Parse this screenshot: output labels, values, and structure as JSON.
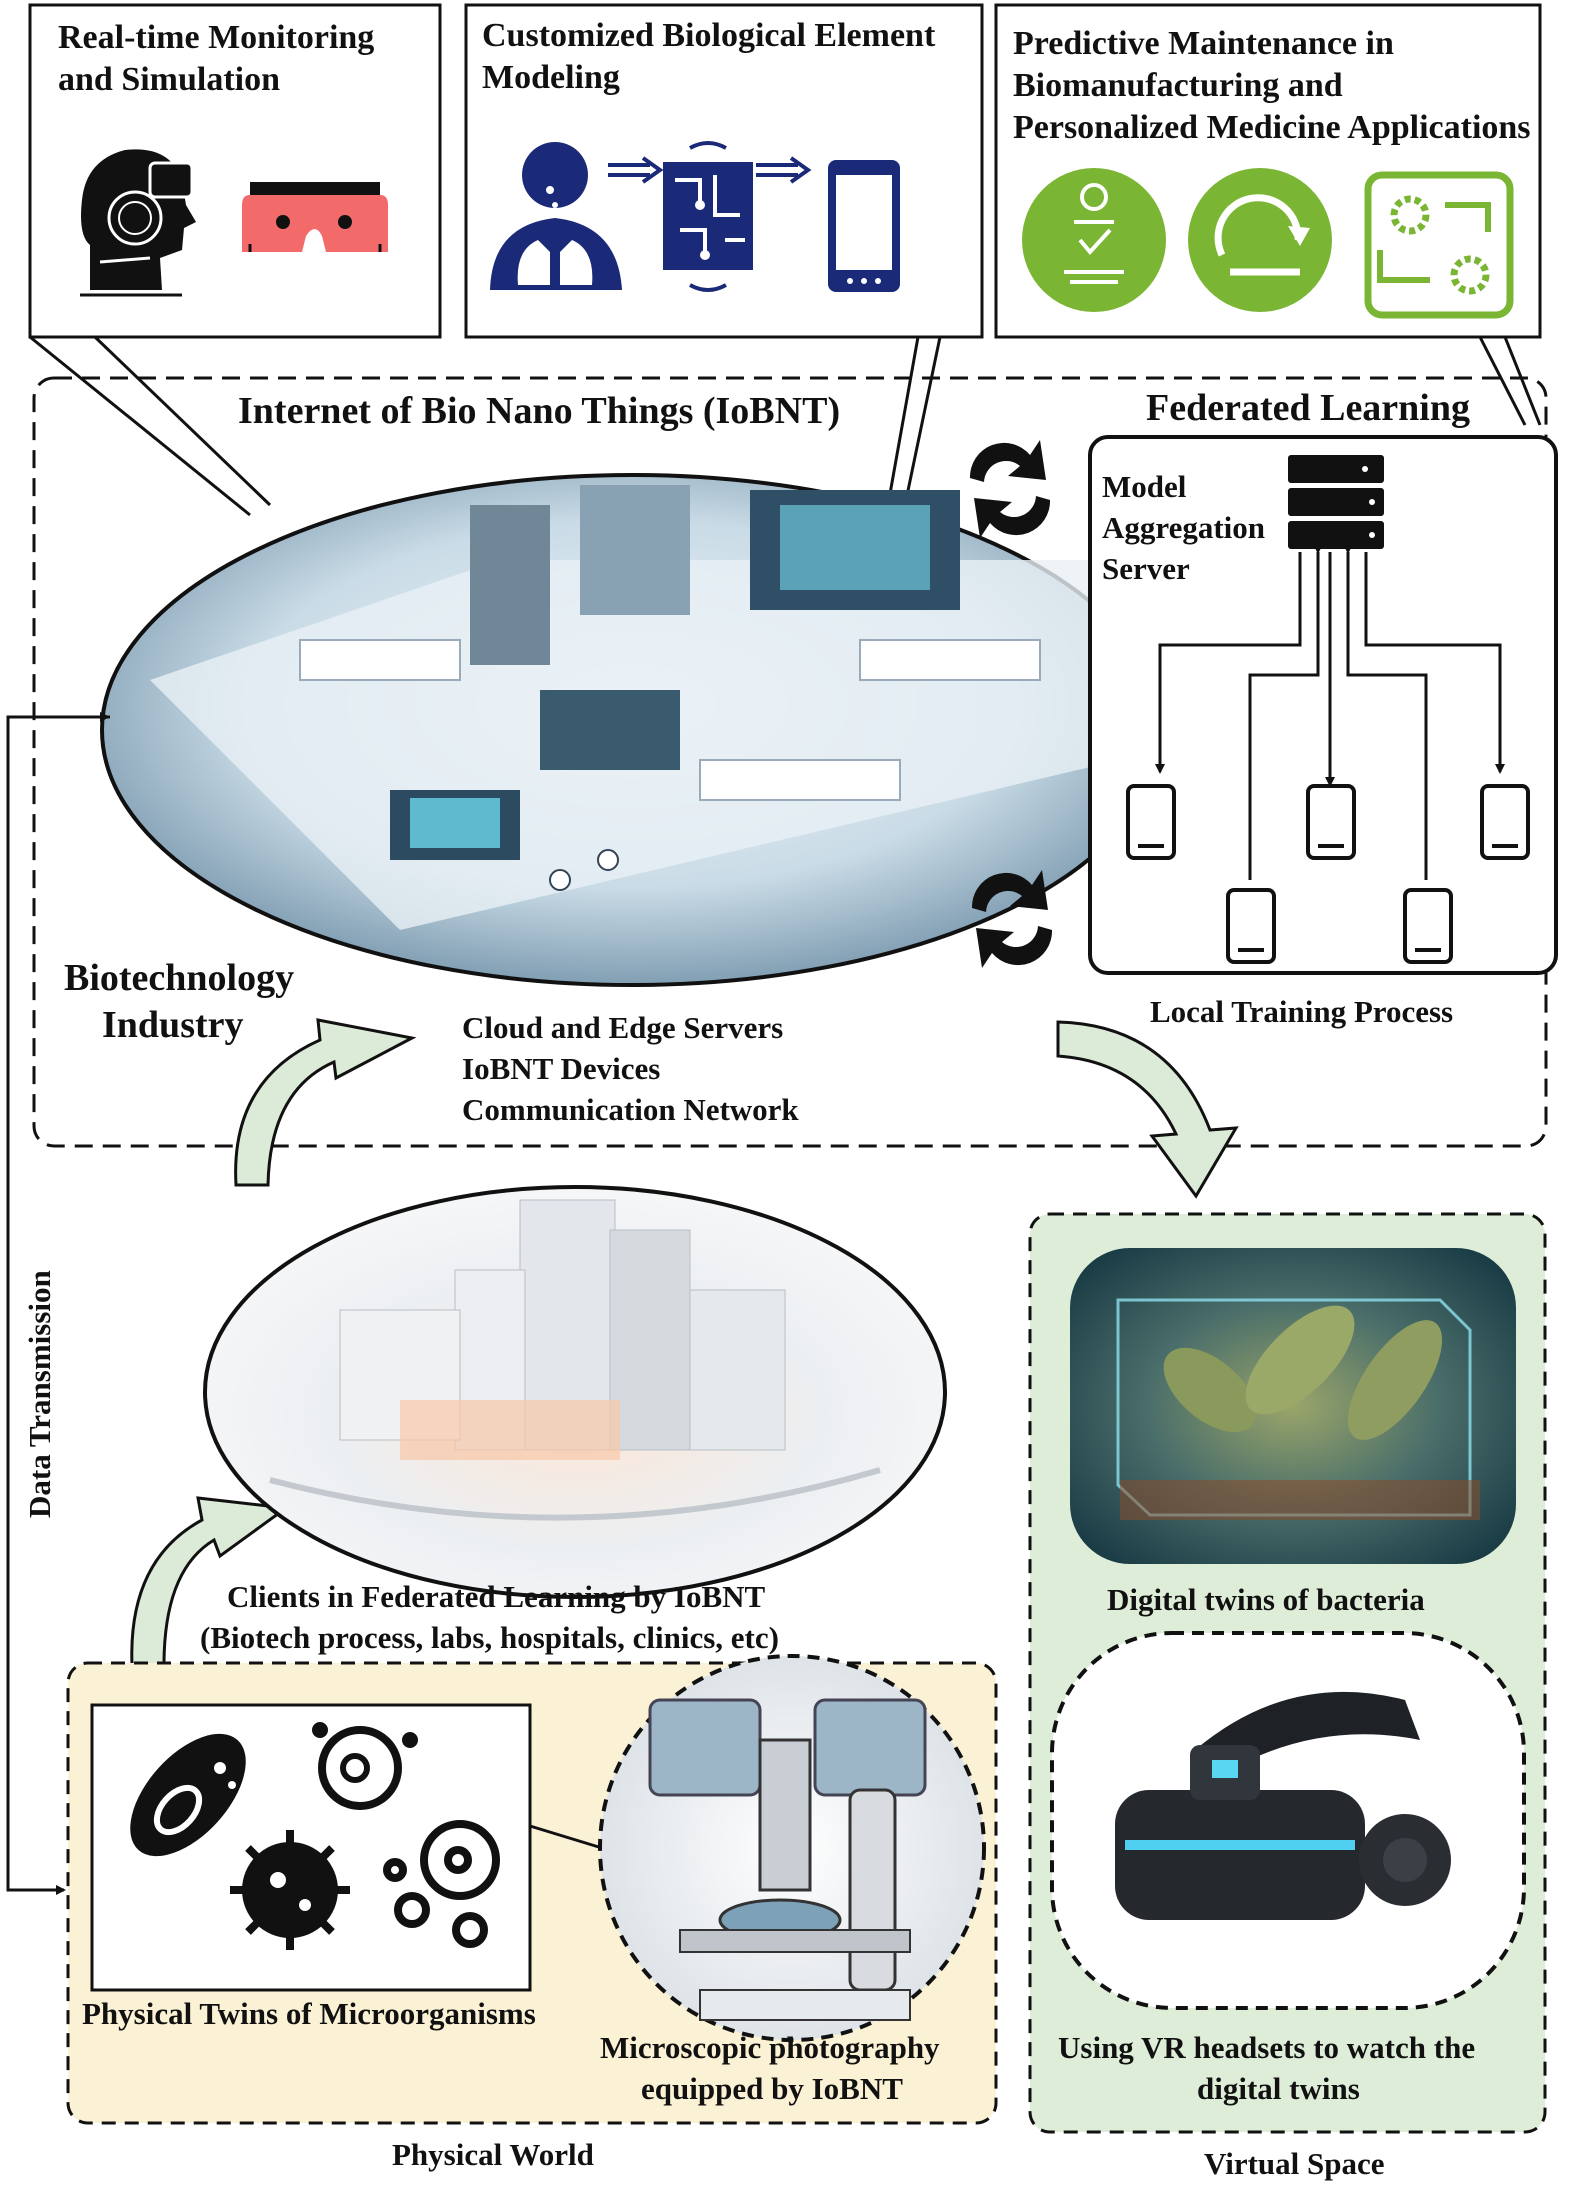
{
  "callouts": {
    "monitoring": [
      "Real-time Monitoring",
      "and Simulation"
    ],
    "modeling": [
      "Customized Biological Element",
      "Modeling"
    ],
    "maintenance": [
      "Predictive Maintenance in",
      "Biomanufacturing and",
      "Personalized Medicine Applications"
    ]
  },
  "iobnt": {
    "title": "Internet of Bio Nano Things (IoBNT)",
    "industry": [
      "Biotechnology",
      "Industry"
    ],
    "components": [
      "Cloud and Edge Servers",
      "IoBNT Devices",
      "Communication Network"
    ]
  },
  "federated": {
    "title": "Federated Learning",
    "server": [
      "Model",
      "Aggregation",
      "Server"
    ],
    "local": "Local Training  Process"
  },
  "data_transmission": "Data Transmission",
  "clients": [
    "Clients in Federated Learning by IoBNT",
    "(Biotech process, labs, hospitals, clinics, etc)"
  ],
  "physical": {
    "twins": "Physical Twins of Microorganisms",
    "microscope": [
      "Microscopic photography",
      "equipped by IoBNT"
    ],
    "label": "Physical World"
  },
  "virtual": {
    "bacteria": "Digital twins of bacteria",
    "vr": [
      "Using VR headsets to watch the",
      "digital twins"
    ],
    "label": "Virtual Space"
  },
  "colors": {
    "navy": "#1b2a78",
    "green": "#7bb534",
    "coral": "#f26a6a",
    "arrow_fill": "#dcebd7",
    "physical_bg": "#fbf1d4",
    "virtual_bg": "#deedd8"
  }
}
